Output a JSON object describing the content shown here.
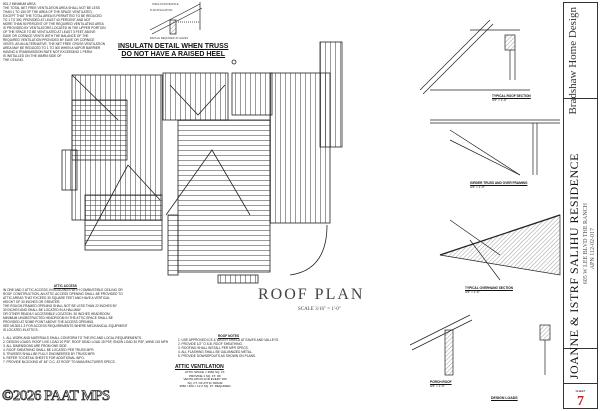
{
  "notes_top": {
    "lines": [
      "801.2 MINIMUM AREA",
      "THE TOTAL NET FREE VENTILATION AREA SHALL NOT BE LESS",
      "THAN 1 TO 150 OF THE AREA OF THE SPACE VENTILATED,",
      "EXCEPT THAT THE TOTAL AREA IS PERMITTED TO BE REDUCED",
      "TO 1 TO 300, PROVIDED AT LEAST 40 PERCENT AND NOT",
      "MORE THAN 50 PERCENT OF THE REQUIRED VENTILATING AREA",
      "IS PROVIDED BY VENTILATORS LOCATED IN THE UPPER PORTION",
      "OF THE SPACE TO BE VENTILATED AT LEAST 3 FEET ABOVE",
      "EAVE OR CORNICE VENTS WITH THE BALANCE OF THE",
      "REQUIRED VENTILATION PROVIDED BY EAVE OR CORNICE",
      "VENTS. AS AN ALTERNATIVE, THE NET FREE CROSS VENTILATION",
      "AREA MAY BE REDUCED TO 1 TO 300 WHEN A VAPOR BARRIER",
      "HAVING A TRANSMISSION RATE NOT EXCEEDING 1 PERM",
      "IS INSTALLED ON THE WARM SIDE OF",
      "THE CEILING."
    ]
  },
  "insulation_detail": {
    "title_line1": "INSULATN DETAIL WHEN TRUSS",
    "title_line2": "DO NOT HAVE A RAISED HEEL",
    "callouts": [
      "INSULATION BAFFLE",
      "R-38 INSULATION",
      "BAFFLE REQUIRED AT EAVES"
    ]
  },
  "roof_plan": {
    "title": "ROOF PLAN",
    "scale": "SCALE  3/16\" = 1'-0\""
  },
  "attic_access": {
    "title": "ATTIC ACCESS",
    "lines": [
      "IN ONE AND 2 ATTIC ACCESS, IN BUILDINGS WITH COMBUSTIBLE CEILING OR",
      "ROOF CONSTRUCTION, AN ATTIC ACCESS OPENING SHALL BE PROVIDED TO",
      "ATTIC AREAS THAT EXCEED 30 SQUARE FEET AND HAVE A VERTICAL",
      "HEIGHT OF 30 INCHES OR GREATER.",
      "THE ROUGH-FRAMED OPENING SHALL NOT BE LESS THAN 22 INCHES BY",
      "30 INCHES AND SHALL BE LOCATED IN A HALLWAY",
      "OR OTHER READILY ACCESSIBLE LOCATION. 30 INCHES HEADROOM",
      "MINIMUM UNOBSTRUCTED HEADROOM IN THE ATTIC SPACE SHALL BE",
      "PROVIDED AT SOME POINT ABOVE THE ACCESS OPENING.",
      "SEE M1305.1.3 FOR ACCESS REQUIREMENTS WHERE MECHANICAL EQUIPMENT",
      "IS LOCATED IN ATTICS."
    ]
  },
  "general_notes": [
    "1.  ALL WORK AND MATERIALS SHALL CONFORM TO THE IRC AND LOCAL REQUIREMENTS.",
    "2.  DESIGN LOADS: ROOF LIVE LOAD 20 PSF, ROOF DEAD LOAD 15 PSF, SNOW LOAD 30 PSF, WIND 115 MPH",
    "3.  ALL DIMENSIONS ARE FROM ONE SIDE.",
    "4.  ROOF SHEATHING SHALL BE LOCATED PER TRUSS MFR.",
    "5.  TRUSSES SHALL BE FULLY ENGINEERED BY TRUSS MFR.",
    "6.  REFER TO DETAIL SHEETS FOR ADDITIONAL INFO.",
    "7.  PROVIDE BLOCKING AT 48\" O.C. AT ROOF TO MANUFACTURER SPECS."
  ],
  "roof_notes": {
    "title": "ROOF NOTES",
    "lines": [
      "1.  USE APPROVED ICE & WATER SHIELD AT EAVES AND VALLEYS.",
      "2.  PROVIDE 1/2\" O.S.B. ROOF SHEATHING.",
      "3.  ROOFING SHALL INSTALL PER MFR SPECS.",
      "4.  ALL FLASHING SHALL BE GALVANIZED METAL.",
      "5.  PROVIDE DOWNSPOUTS AS SHOWN ON PLANS."
    ]
  },
  "attic_ventilation": {
    "title": "ATTIC VENTILATION",
    "lines": [
      "ATTIC SPACE = 3660 SQ. FT.",
      "PROVIDE 1 SQ. FT. OF",
      "VENTILATION FOR EVERY 300",
      "SQ. FT. OF ATTIC SPACE",
      "3660 / 300 = 12.2 SQ. FT. REQUIRED"
    ]
  },
  "watermark": "©2026 PAAT MPS",
  "sections": [
    {
      "title": "TYPICAL ROOF SECTION",
      "scale": "3/4\" = 1'-0\""
    },
    {
      "title": "GIRDER TRUSS AND OVER FRAMING",
      "scale": "3/4\" = 1'-0\""
    },
    {
      "title": "TYPICAL OVERHANG SECTION",
      "scale": "3/4\" = 1'-0\""
    },
    {
      "title": "PORCH ROOF",
      "scale": "3/4\" = 1'-0\""
    }
  ],
  "design_loads": "DESIGN LOADS",
  "title_block": {
    "designer": "Bradshaw Home Design",
    "client": "JOANNE & ISTRF SALIHU RESIDENCE",
    "address": "605 W LEE BLVD THE RANCH",
    "apn": "APN 112-02-017",
    "sheet_label": "SHEET",
    "sheet_number": "7"
  },
  "colors": {
    "sheet_number": "#c0282e",
    "line": "#222222"
  }
}
